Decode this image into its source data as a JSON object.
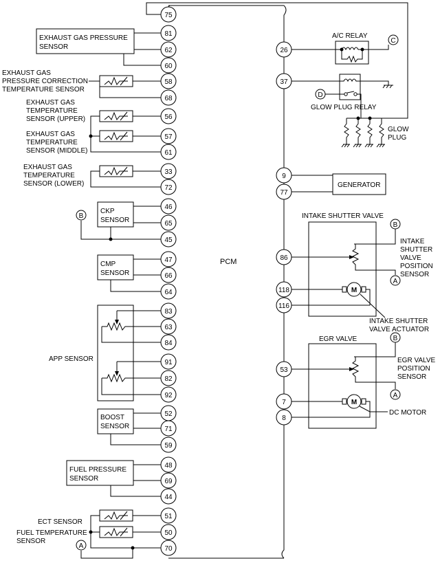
{
  "pcm_label": "PCM",
  "left_pins": [
    "75",
    "81",
    "62",
    "60",
    "58",
    "68",
    "56",
    "57",
    "61",
    "33",
    "72",
    "46",
    "65",
    "45",
    "47",
    "66",
    "64",
    "83",
    "63",
    "84",
    "91",
    "82",
    "92",
    "52",
    "71",
    "59",
    "48",
    "69",
    "44",
    "51",
    "50",
    "70"
  ],
  "right_pins": [
    "26",
    "37",
    "9",
    "77",
    "86",
    "118",
    "116",
    "53",
    "7",
    "8"
  ],
  "labels": {
    "egp_sensor": [
      "EXHAUST GAS PRESSURE",
      "SENSOR"
    ],
    "egpct_sensor": [
      "EXHAUST GAS",
      "PRESSURE CORRECTION",
      "TEMPERATURE  SENSOR"
    ],
    "egt_upper": [
      "EXHAUST GAS",
      "TEMPERATURE",
      "SENSOR (UPPER)"
    ],
    "egt_middle": [
      "EXHAUST GAS",
      "TEMPERATURE",
      "SENSOR (MIDDLE)"
    ],
    "egt_lower": [
      "EXHAUST GAS",
      "TEMPERATURE",
      "SENSOR (LOWER)"
    ],
    "ckp_sensor": [
      "CKP",
      "SENSOR"
    ],
    "cmp_sensor": [
      "CMP",
      "SENSOR"
    ],
    "app_sensor": "APP SENSOR",
    "boost_sensor": [
      "BOOST",
      "SENSOR"
    ],
    "fuel_pressure_sensor": [
      "FUEL PRESSURE",
      "SENSOR"
    ],
    "ect_sensor": "ECT SENSOR",
    "fuel_temp_sensor": [
      "FUEL TEMPERATURE",
      "SENSOR"
    ],
    "ac_relay": "A/C RELAY",
    "glow_plug_relay": "GLOW PLUG RELAY",
    "glow_plug": [
      "GLOW",
      "PLUG"
    ],
    "generator": "GENERATOR",
    "intake_shutter_valve": "INTAKE SHUTTER VALVE",
    "isv_position_sensor": [
      "INTAKE",
      "SHUTTER",
      "VALVE",
      "POSITION",
      "SENSOR"
    ],
    "isv_actuator": [
      "INTAKE SHUTTER",
      "VALVE ACTUATOR"
    ],
    "egr_valve": "EGR VALVE",
    "egr_position_sensor": [
      "EGR VALVE",
      "POSITION",
      "SENSOR"
    ],
    "dc_motor": "DC MOTOR",
    "motor_letter": "M"
  },
  "connectors": {
    "A": "A",
    "B": "B",
    "C": "C",
    "D": "D"
  }
}
